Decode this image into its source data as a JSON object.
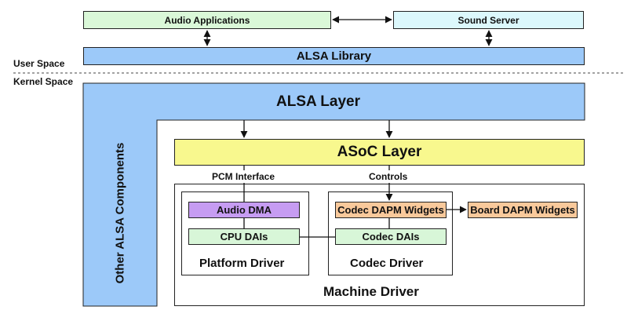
{
  "user_space": {
    "label": "User Space",
    "audio_applications": "Audio Applications",
    "sound_server": "Sound Server",
    "alsa_library": "ALSA Library"
  },
  "kernel_space": {
    "label": "Kernel Space",
    "alsa_layer": "ALSA Layer",
    "other_alsa_components": "Other ALSA Components",
    "asoc_layer": "ASoC Layer",
    "pcm_interface": "PCM Interface",
    "controls": "Controls",
    "machine_driver": "Machine Driver",
    "platform_driver": {
      "title": "Platform Driver",
      "audio_dma": "Audio DMA",
      "cpu_dais": "CPU DAIs"
    },
    "codec_driver": {
      "title": "Codec Driver",
      "codec_dapm_widgets": "Codec DAPM Widgets",
      "codec_dais": "Codec DAIs"
    },
    "board_dapm_widgets": "Board DAPM Widgets"
  },
  "colors": {
    "blue": "#9cc9f9",
    "green": "#daf8d8",
    "cyan": "#dcf8fc",
    "yellow": "#f8f88e",
    "purple": "#c69cf2",
    "orange": "#f9c99b",
    "light_green": "#d8f6d8"
  }
}
